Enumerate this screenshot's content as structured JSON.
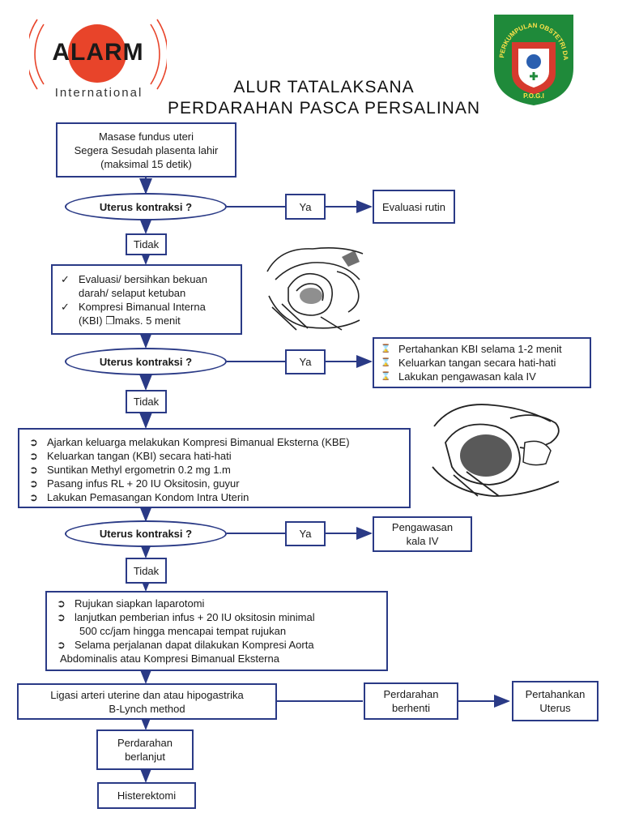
{
  "logo_alarm": {
    "name": "ALARM",
    "subtitle": "International"
  },
  "logo_pogi": {
    "ring_text": "PERKUMPULAN OBSTETRI DAN GINEKOLOGI INDONESIA",
    "abbr": "P.O.G.I"
  },
  "title": {
    "line1": "ALUR TATALAKSANA",
    "line2": "PERDARAHAN PASCA PERSALINAN"
  },
  "step1": {
    "lines": [
      "Masase fundus uteri",
      "Segera Sesudah plasenta lahir",
      "(maksimal 15 detik)"
    ]
  },
  "decision": "Uterus kontraksi ?",
  "yes": "Ya",
  "no": "Tidak",
  "result1": "Evaluasi rutin",
  "step2": {
    "items": [
      {
        "marker": "✓",
        "lines": [
          "Evaluasi/ bersihkan bekuan",
          "darah/ selaput ketuban"
        ]
      },
      {
        "marker": "✓",
        "lines": [
          "Kompresi Bimanual Interna",
          "(KBI) ❒maks. 5 menit"
        ]
      }
    ]
  },
  "result2": {
    "marker": "⌛",
    "items": [
      "Pertahankan KBI selama 1-2 menit",
      "Keluarkan tangan secara hati-hati",
      "Lakukan pengawasan kala IV"
    ]
  },
  "step3": {
    "marker": "➲",
    "items": [
      "Ajarkan keluarga melakukan Kompresi Bimanual Eksterna (KBE)",
      "Keluarkan tangan (KBI) secara hati-hati",
      "Suntikan Methyl ergometrin 0.2 mg 1.m",
      "Pasang infus RL + 20 IU Oksitosin, guyur",
      "Lakukan Pemasangan Kondom Intra Uterin"
    ]
  },
  "result3": {
    "lines": [
      "Pengawasan",
      "kala IV"
    ]
  },
  "step4": {
    "marker": "➲",
    "items": [
      {
        "lines": [
          "Rujukan siapkan laparotomi"
        ]
      },
      {
        "lines": [
          "lanjutkan pemberian infus + 20 IU  oksitosin minimal",
          "500 cc/jam hingga mencapai tempat rujukan"
        ]
      },
      {
        "lines": [
          "Selama perjalanan dapat dilakukan Kompresi Aorta",
          "Abdominalis atau Kompresi Bimanual Eksterna"
        ]
      }
    ]
  },
  "step5": {
    "lines": [
      "Ligasi arteri uterine dan atau hipogastrika",
      "B-Lynch method"
    ]
  },
  "stopped": {
    "lines": [
      "Perdarahan",
      "berhenti"
    ]
  },
  "keep": {
    "lines": [
      "Pertahankan",
      "Uterus"
    ]
  },
  "continued": {
    "lines": [
      "Perdarahan",
      "berlanjut"
    ]
  },
  "hysterectomy": "Histerektomi",
  "colors": {
    "line": "#2a3a86",
    "alarm_orange": "#e8442a",
    "pogi_green": "#1f8a3a",
    "pogi_red": "#d63a2e"
  }
}
